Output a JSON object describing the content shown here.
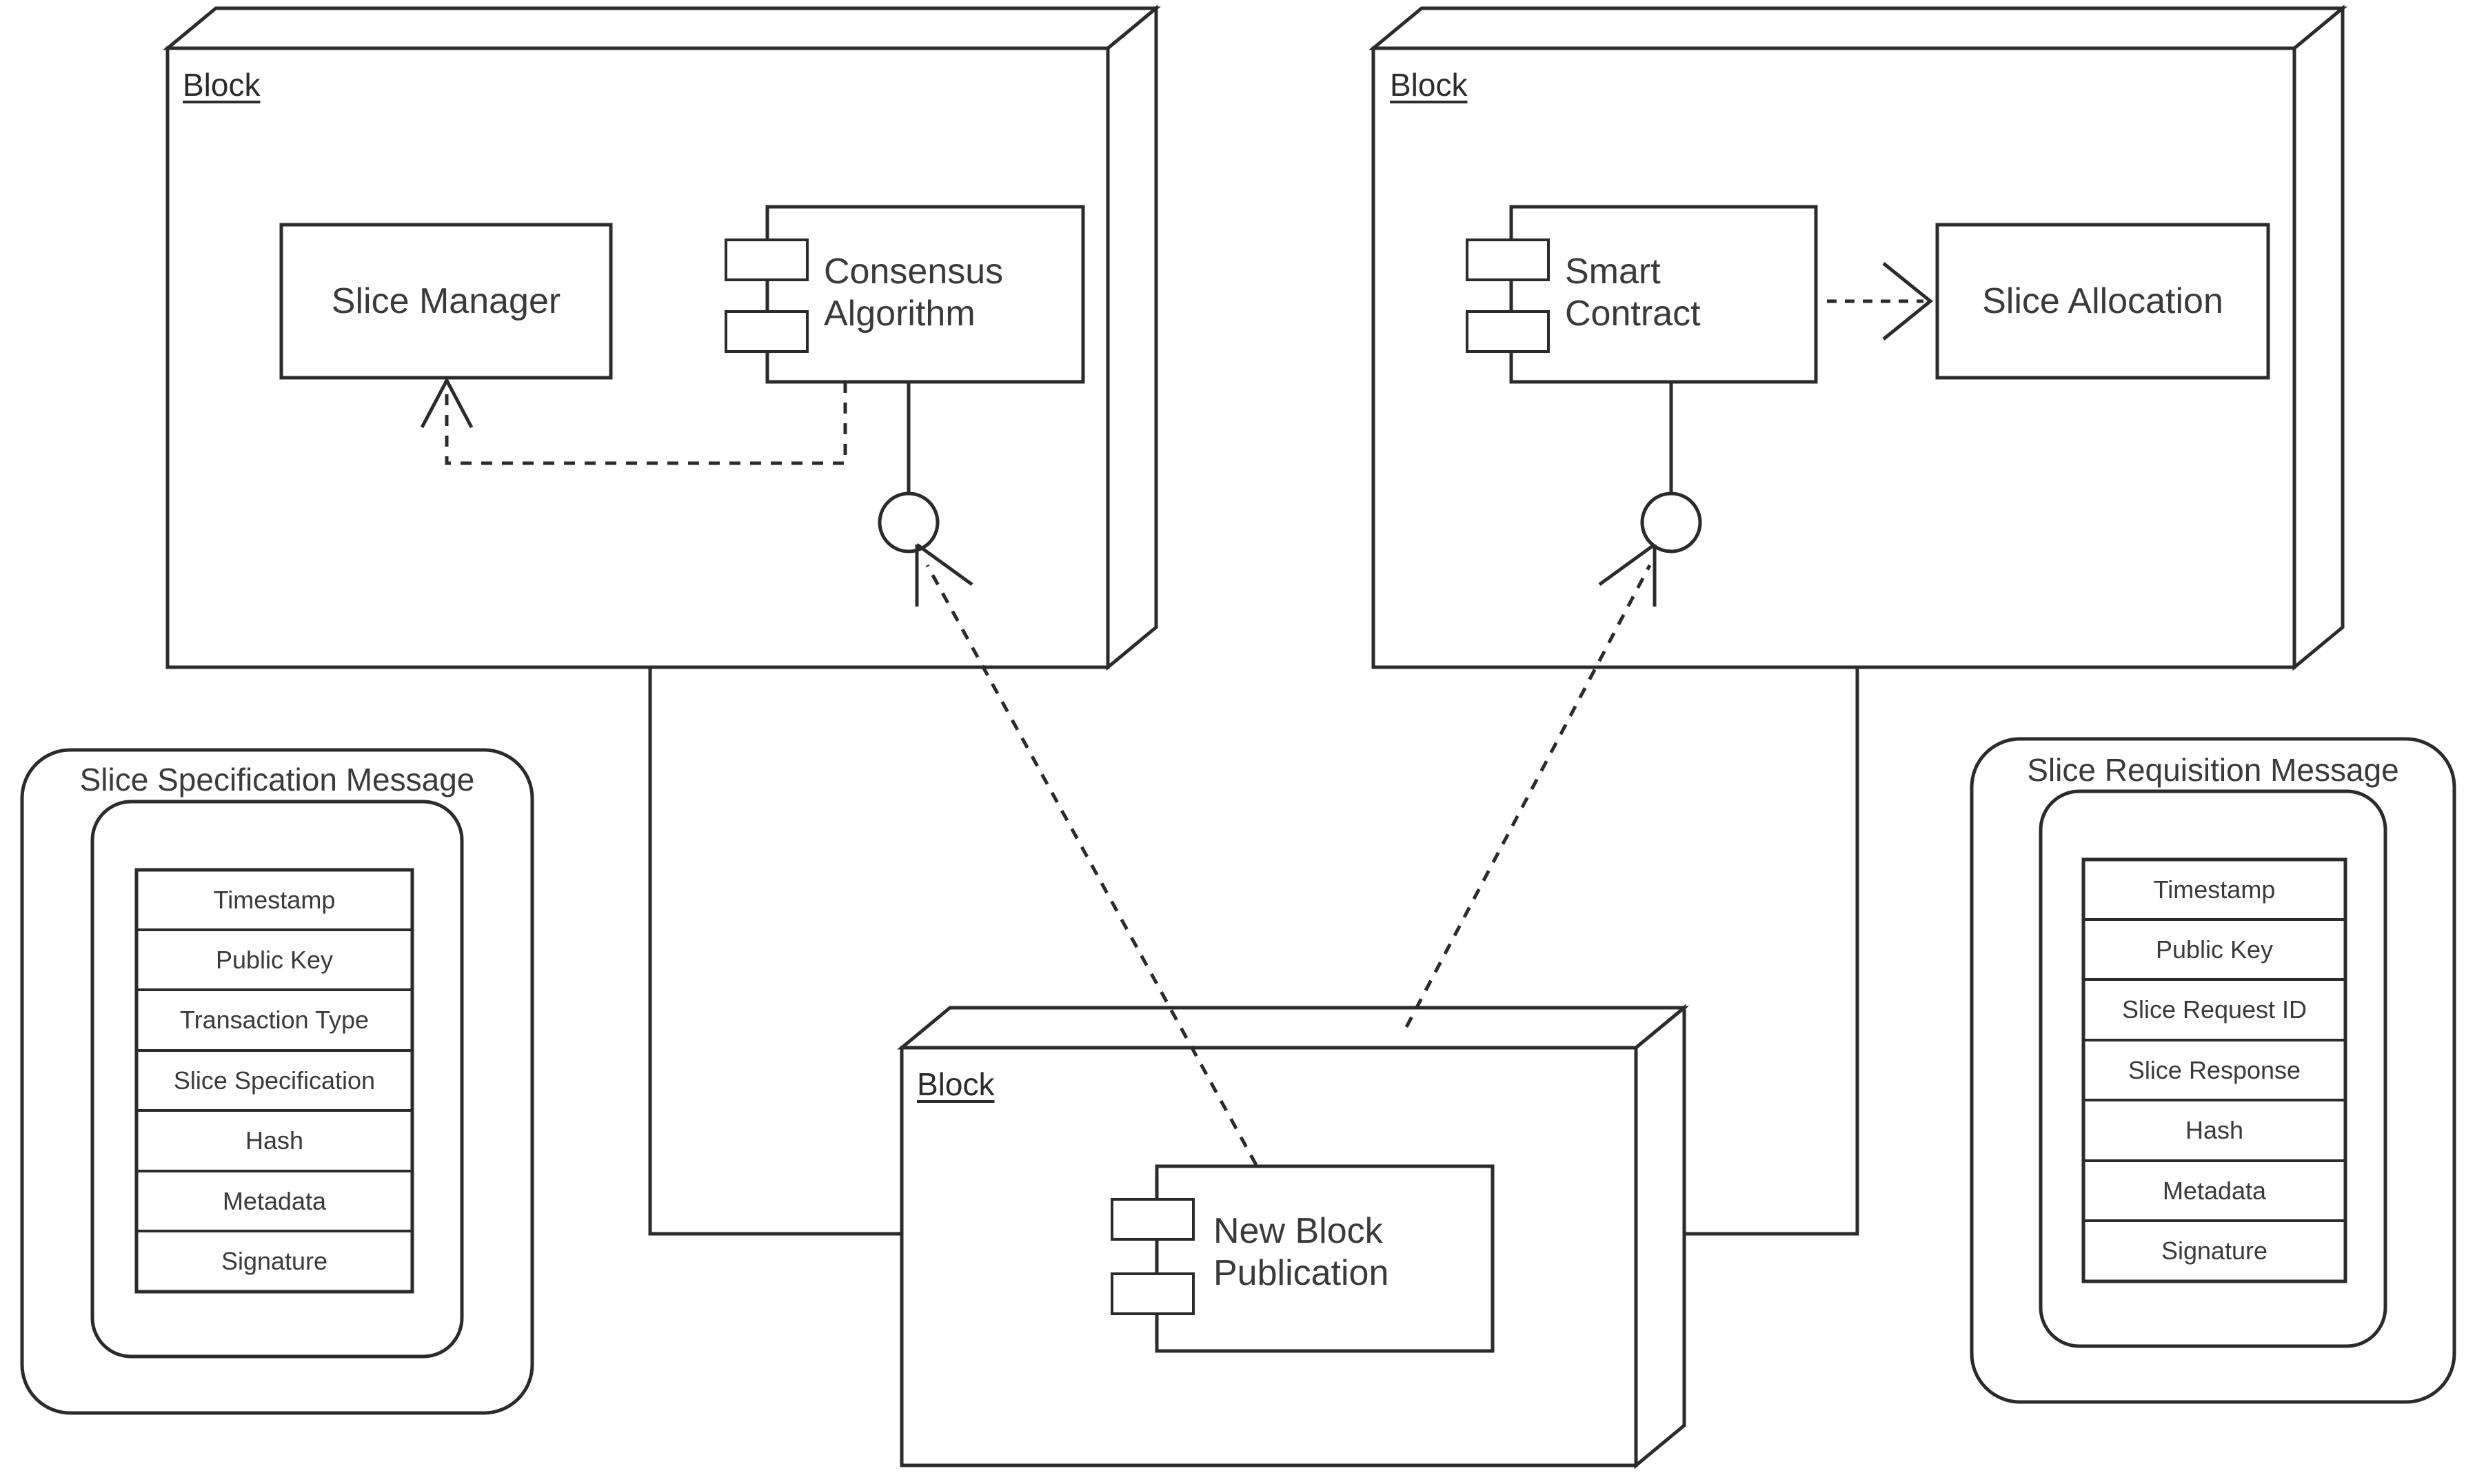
{
  "diagram": {
    "type": "uml-component-deployment-diagram",
    "background_color": "#ffffff",
    "line_color": "#2b2b2b",
    "text_color": "#3a3a3a"
  },
  "nodes": {
    "block_left": {
      "title": "Block",
      "components": {
        "slice_manager": {
          "label": "Slice Manager",
          "kind": "plain-box"
        },
        "consensus_algorithm": {
          "label": "Consensus\nAlgorithm",
          "kind": "uml-component"
        }
      }
    },
    "block_right": {
      "title": "Block",
      "components": {
        "smart_contract": {
          "label": "Smart\nContract",
          "kind": "uml-component"
        },
        "slice_allocation": {
          "label": "Slice\nAllocation",
          "kind": "plain-box"
        }
      }
    },
    "block_bottom": {
      "title": "Block",
      "components": {
        "new_block_publication": {
          "label": "New Block\nPublication",
          "kind": "uml-component"
        }
      }
    }
  },
  "messages": {
    "slice_specification": {
      "title": "Slice Specification Message",
      "fields": [
        "Timestamp",
        "Public Key",
        "Transaction Type",
        "Slice Specification",
        "Hash",
        "Metadata",
        "Signature"
      ]
    },
    "slice_requisition": {
      "title": "Slice Requisition Message",
      "fields": [
        "Timestamp",
        "Public Key",
        "Slice Request ID",
        "Slice Response",
        "Hash",
        "Metadata",
        "Signature"
      ]
    }
  },
  "connectors": [
    {
      "name": "consensus-to-slice-manager",
      "style": "dashed",
      "arrowhead": "open",
      "from": "consensus_algorithm",
      "to": "slice_manager"
    },
    {
      "name": "smart-contract-to-slice-allocation",
      "style": "dashed",
      "arrowhead": "open",
      "from": "smart_contract",
      "to": "slice_allocation"
    },
    {
      "name": "left-block-provided-interface",
      "style": "lollipop",
      "owner": "consensus_algorithm"
    },
    {
      "name": "right-block-provided-interface",
      "style": "lollipop",
      "owner": "smart_contract"
    },
    {
      "name": "new-block-publication-to-left-interface",
      "style": "dashed",
      "arrowhead": "open",
      "from": "new_block_publication",
      "to": "left-block-provided-interface"
    },
    {
      "name": "new-block-publication-to-right-interface",
      "style": "dashed",
      "arrowhead": "open",
      "from": "new_block_publication",
      "to": "right-block-provided-interface"
    },
    {
      "name": "left-block-to-bottom-block",
      "style": "solid",
      "arrowhead": "none"
    },
    {
      "name": "right-block-to-bottom-block",
      "style": "solid",
      "arrowhead": "none"
    }
  ]
}
